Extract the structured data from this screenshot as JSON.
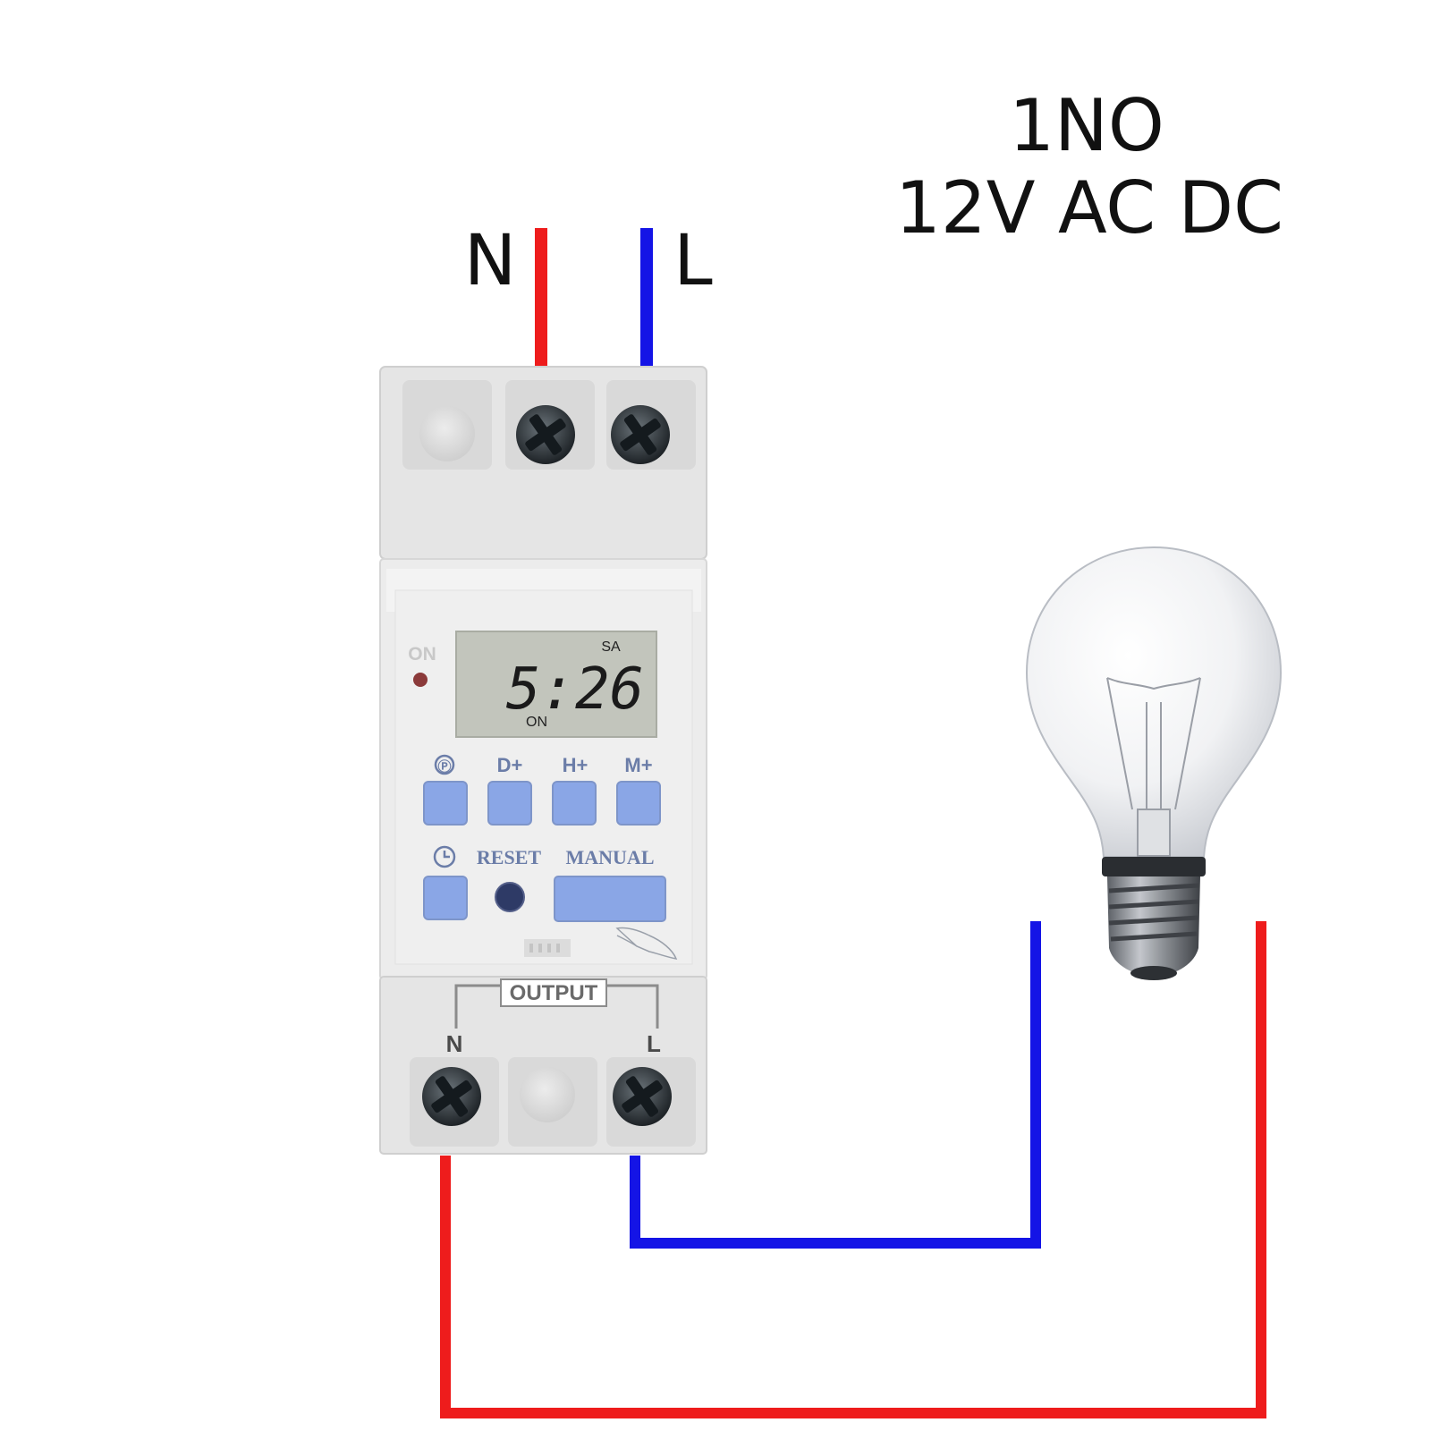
{
  "spec": {
    "line1": "1NO",
    "line2": "12V AC DC"
  },
  "input_terminals": {
    "n_label": "N",
    "l_label": "L"
  },
  "device": {
    "led_label": "ON",
    "lcd": {
      "day": "SA",
      "time": "5:26",
      "status": "ON"
    },
    "buttons_row1": [
      "Ⓟ",
      "D+",
      "H+",
      "M+"
    ],
    "clock_symbol": "clock",
    "reset_label": "RESET",
    "manual_label": "MANUAL",
    "output_label": "OUTPUT",
    "output_n": "N",
    "output_l": "L"
  },
  "colors": {
    "neutral_wire": "#ee1c1c",
    "live_wire": "#1414e6",
    "button": "#8aa6e6",
    "lcd": "#bfc2b8"
  },
  "icons": [
    "lightbulb-icon",
    "screw-terminal-icon",
    "clock-icon",
    "hand-pointer-icon"
  ]
}
